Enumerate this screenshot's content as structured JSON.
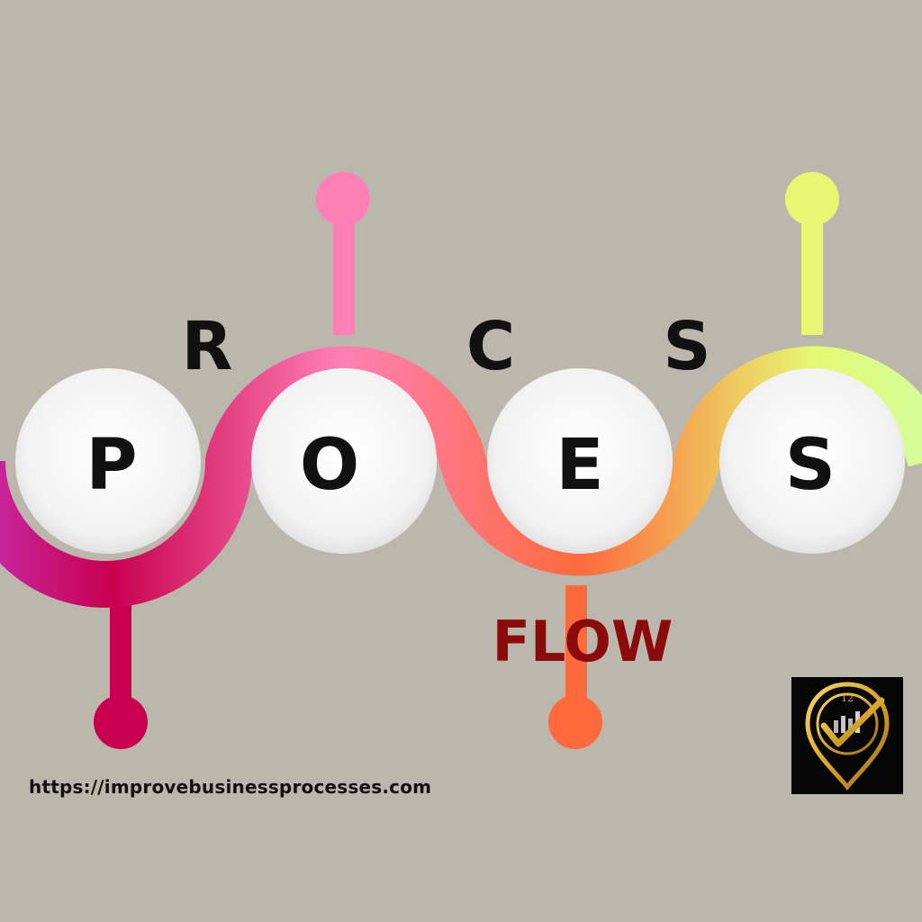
{
  "bubble_letters": [
    "P",
    "O",
    "E",
    "S"
  ],
  "top_letters": [
    "R",
    "C",
    "S"
  ],
  "flow_label": "FLOW",
  "website_url": "https://improvebusinessprocesses.com",
  "logo": {
    "number": "12",
    "icon": "checkmark-location-pin-icon"
  },
  "colors": {
    "background": "#bbb7ad",
    "magenta": "#c8004f",
    "pink": "#ff80b4",
    "coral": "#ff6a3d",
    "yellow": "#e6f871",
    "lime": "#d4ff99",
    "flow_text": "#8b0a0a",
    "gold": "#d9a82b"
  }
}
